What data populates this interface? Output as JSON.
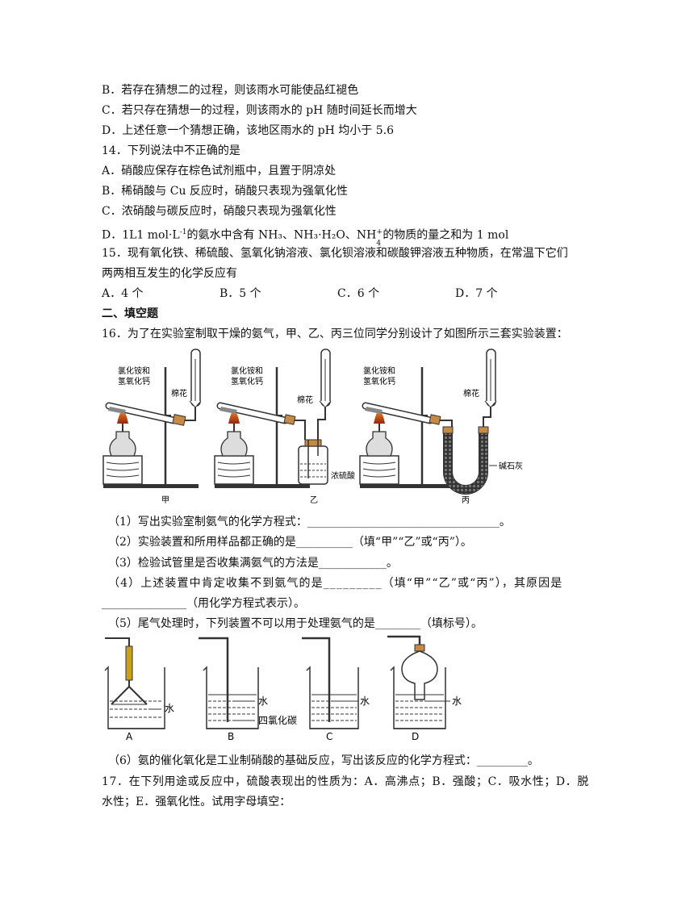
{
  "q13": {
    "optB": "B．若存在猜想二的过程，则该雨水可能使品红褪色",
    "optC": "C．若只存在猜想一的过程，则该雨水的 pH 随时间延长而增大",
    "optD": "D．上述任意一个猜想正确，该地区雨水的 pH 均小于 5.6"
  },
  "q14": {
    "stem": "14．下列说法中不正确的是",
    "optA": "A．硝酸应保存在棕色试剂瓶中，且置于阴凉处",
    "optB": "B．稀硝酸与 Cu 反应时，硝酸只表现为强氧化性",
    "optC": "C．浓硝酸与碳反应时，硝酸只表现为强氧化性",
    "optD_pre": "D．1L1 mol·L",
    "optD_sup": "-1",
    "optD_mid": "的氨水中含有 NH₃、NH₃·H₂O、NH",
    "optD_ionsup": "+",
    "optD_ionsub": "4",
    "optD_post": "的物质的量之和为 1 mol"
  },
  "q15": {
    "stem1": "15．现有氧化铁、稀硫酸、氢氧化钠溶液、氯化钡溶液和碳酸钾溶液五种物质，在常温下它们",
    "stem2": "两两相互发生的化学反应有",
    "optA": "A．4 个",
    "optB": "B．5 个",
    "optC": "C．6 个",
    "optD": "D．7 个"
  },
  "section2": "二、填空题",
  "q16": {
    "stem": "16．为了在实验室制取干燥的氨气，甲、乙、丙三位同学分别设计了如图所示三套实验装置：",
    "fig1": {
      "reagent1": "氯化铵和",
      "reagent2": "氢氧化钙",
      "cotton": "棉花",
      "conc_h2so4": "浓硫酸",
      "soda_lime": "碱石灰",
      "label_jia": "甲",
      "label_yi": "乙",
      "label_bing": "丙"
    },
    "p1": "（1）写出实验室制氨气的化学方程式：__________________________________。",
    "p2": "（2）实验装置和所用样品都正确的是__________（填“甲”“乙”或“丙”）。",
    "p3": "（3）检验试管里是否收集满氨气的方法是____________。",
    "p4a": "（4）上述装置中肯定收集不到氨气的是_________（填“甲”“乙”或“丙”），其原因是",
    "p4b": "_______________（用化学方程式表示）。",
    "p5": "（5）尾气处理时，下列装置不可以用于处理氨气的是________（填标号）。",
    "fig2": {
      "water": "水",
      "ccl4": "四氯化碳",
      "A": "A",
      "B": "B",
      "C": "C",
      "D": "D"
    },
    "p6": "（6）氨的催化氧化是工业制硝酸的基础反应，写出该反应的化学方程式：_________。"
  },
  "q17": {
    "stem1": "17．在下列用途或反应中，硫酸表现出的性质为：A．高沸点；B．强酸；C．吸水性；D．脱",
    "stem2": "水性；E．强氧化性。试用字母填空："
  }
}
